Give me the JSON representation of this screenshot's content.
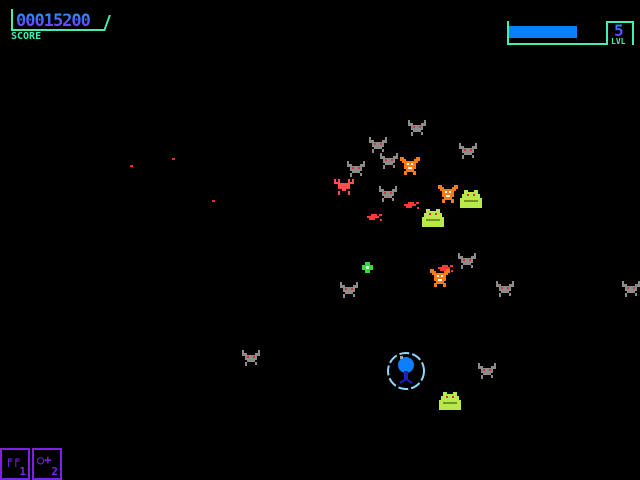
{
  "hud": {
    "score": "00015200",
    "score_label": "SCORE",
    "level": "5",
    "level_label": "LVL",
    "energy_fraction": 0.72,
    "colors": {
      "frame": "#3ff0b0",
      "bar": "#0a80ff",
      "item": "#7a22e8"
    }
  },
  "inventory": [
    {
      "icon": "rapid-fire-icon",
      "glyph": "╒╒",
      "count": "1"
    },
    {
      "icon": "orbit-shield-icon",
      "glyph": "○+",
      "count": "2"
    }
  ]
}
